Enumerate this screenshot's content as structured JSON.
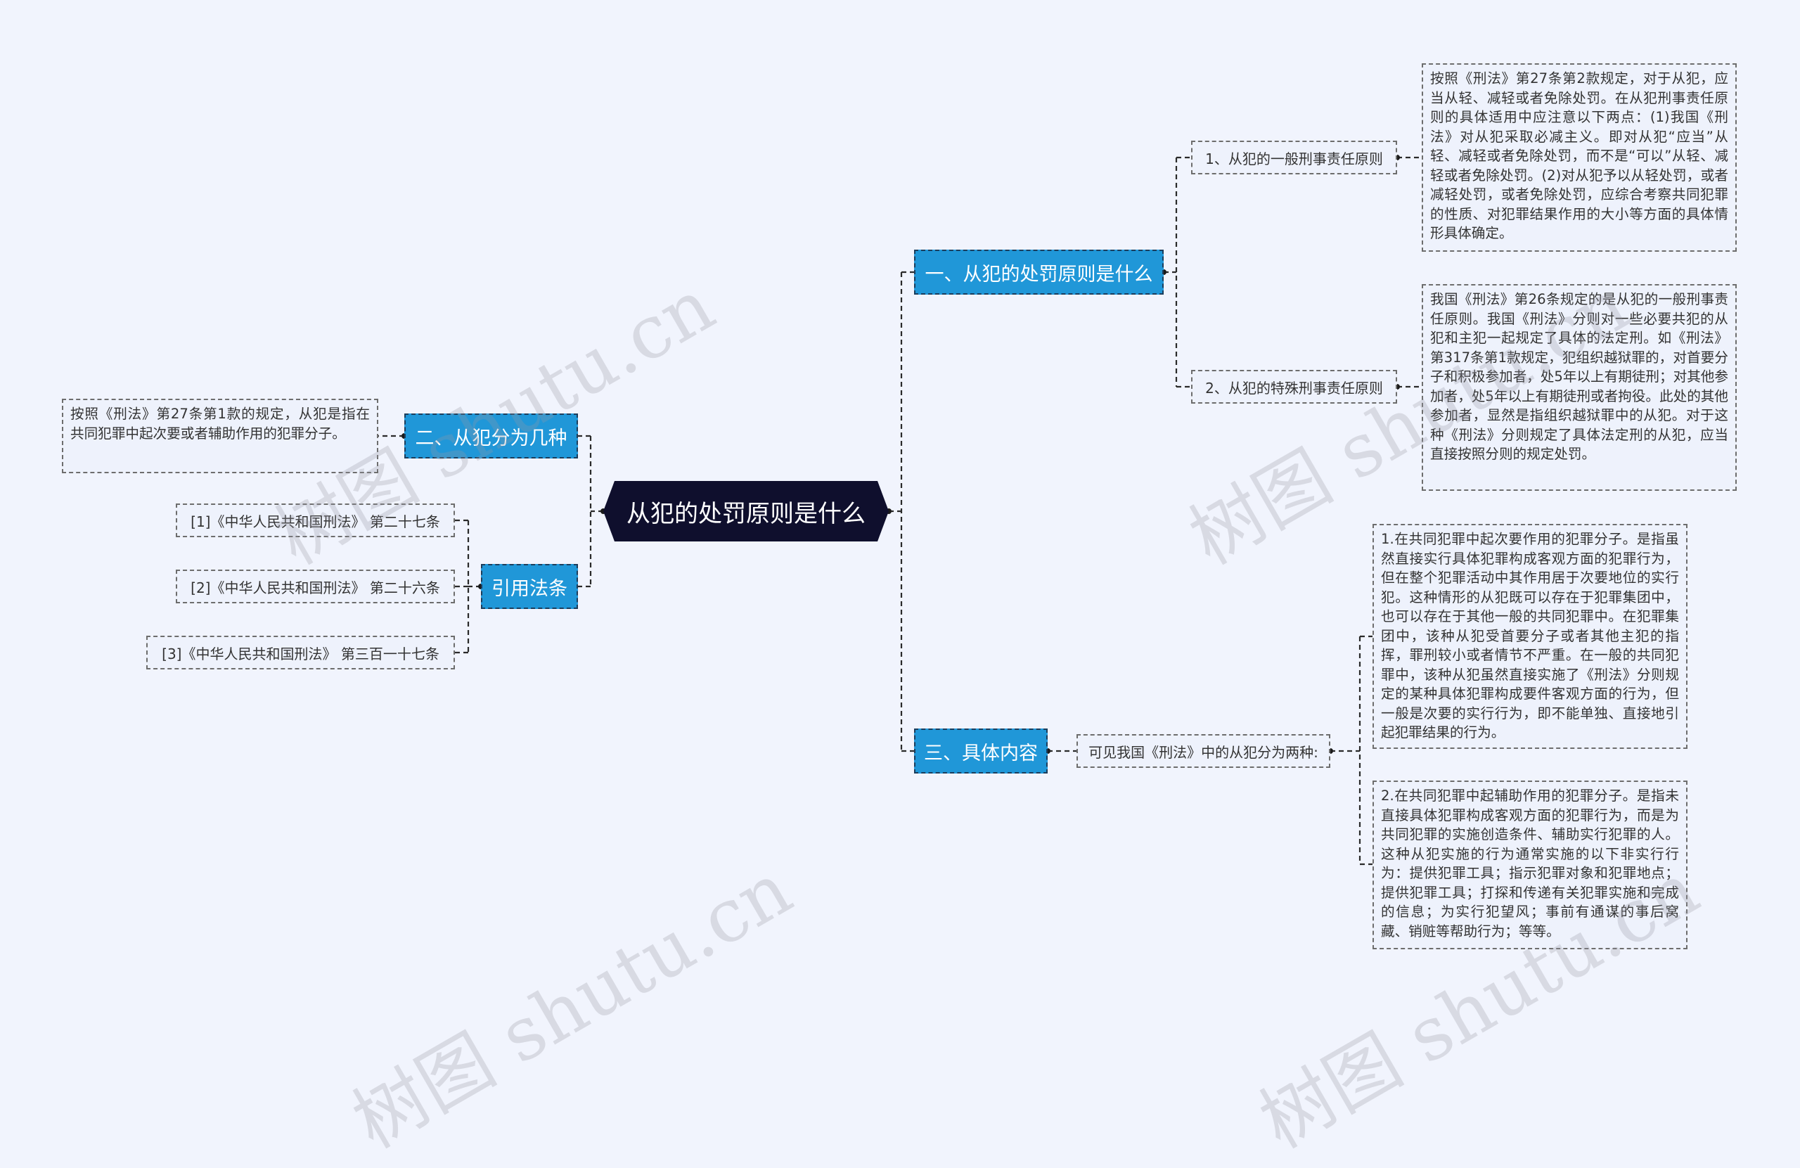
{
  "root": "从犯的处罚原则是什么",
  "branch1": {
    "label": "一、从犯的处罚原则是什么",
    "sub1": {
      "label": "1、从犯的一般刑事责任原则",
      "text": "按照《刑法》第27条第2款规定，对于从犯，应当从轻、减轻或者免除处罚。在从犯刑事责任原则的具体适用中应注意以下两点：(1)我国《刑法》对从犯采取必减主义。即对从犯“应当”从轻、减轻或者免除处罚，而不是“可以”从轻、减轻或者免除处罚。(2)对从犯予以从轻处罚，或者减轻处罚，或者免除处罚，应综合考察共同犯罪的性质、对犯罪结果作用的大小等方面的具体情形具体确定。"
    },
    "sub2": {
      "label": "2、从犯的特殊刑事责任原则",
      "text": "我国《刑法》第26条规定的是从犯的一般刑事责任原则。我国《刑法》分则对一些必要共犯的从犯和主犯一起规定了具体的法定刑。如《刑法》第317条第1款规定，犯组织越狱罪的，对首要分子和积极参加者，处5年以上有期徒刑；对其他参加者，处5年以上有期徒刑或者拘役。此处的其他参加者，显然是指组织越狱罪中的从犯。对于这种《刑法》分则规定了具体法定刑的从犯，应当直接按照分则的规定处罚。"
    }
  },
  "branch2": {
    "label": "二、从犯分为几种",
    "text": "按照《刑法》第27条第1款的规定，从犯是指在共同犯罪中起次要或者辅助作用的犯罪分子。"
  },
  "branch3": {
    "label": "三、具体内容",
    "sub": {
      "label": "可见我国《刑法》中的从犯分为两种:",
      "text1": "1.在共同犯罪中起次要作用的犯罪分子。是指虽然直接实行具体犯罪构成客观方面的犯罪行为，但在整个犯罪活动中其作用居于次要地位的实行犯。这种情形的从犯既可以存在于犯罪集团中，也可以存在于其他一般的共同犯罪中。在犯罪集团中，该种从犯受首要分子或者其他主犯的指挥，罪刑较小或者情节不严重。在一般的共同犯罪中，该种从犯虽然直接实施了《刑法》分则规定的某种具体犯罪构成要件客观方面的行为，但一般是次要的实行行为，即不能单独、直接地引起犯罪结果的行为。",
      "text2": "2.在共同犯罪中起辅助作用的犯罪分子。是指未直接具体犯罪构成客观方面的犯罪行为，而是为共同犯罪的实施创造条件、辅助实行犯罪的人。这种从犯实施的行为通常实施的以下非实行行为：提供犯罪工具；指示犯罪对象和犯罪地点；提供犯罪工具；打探和传递有关犯罪实施和完成的信息；为实行犯望风；事前有通谋的事后窝藏、销赃等帮助行为；等等。"
    }
  },
  "branch4": {
    "label": "引用法条",
    "refs": [
      "[1]《中华人民共和国刑法》 第二十七条",
      "[2]《中华人民共和国刑法》 第二十六条",
      "[3]《中华人民共和国刑法》 第三百一十七条"
    ]
  },
  "watermarks": [
    "树图 shutu.cn",
    "树图 shutu.cn",
    "树图 shutu.cn",
    "树图 shutu.cn"
  ]
}
